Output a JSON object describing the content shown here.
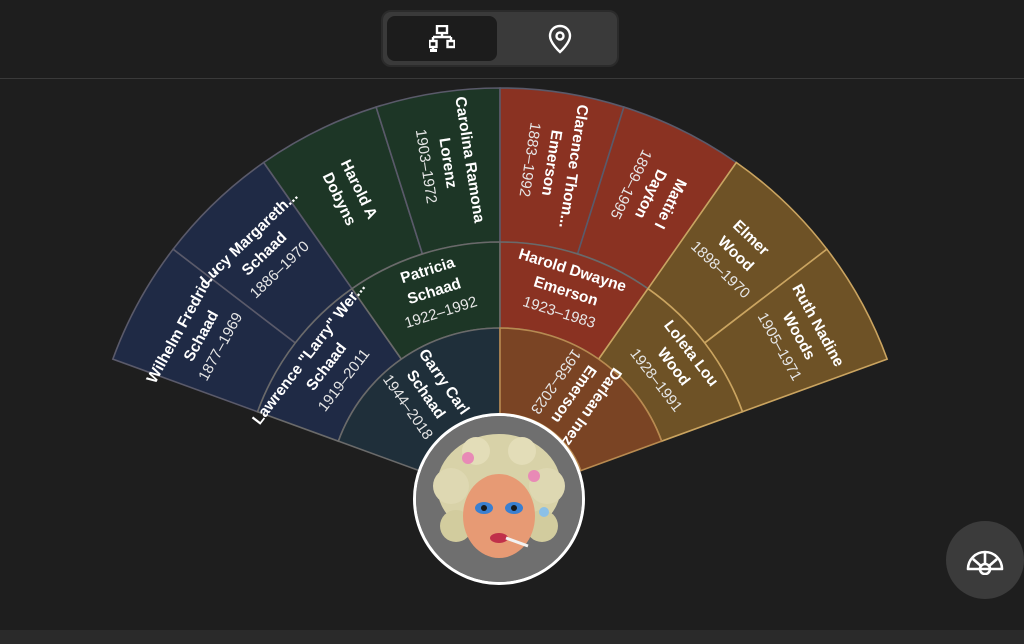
{
  "colors": {
    "background": "#1e1e1e",
    "paternal_father": "#1d3626",
    "paternal_mother": "#1f2a45",
    "maternal_father": "#8a3222",
    "maternal_mother": "#6e5226",
    "maternal_mother_line": "#caa460"
  },
  "view_toggle": {
    "tree_icon": "tree-icon",
    "map_icon": "map-pin-icon",
    "selected": "tree"
  },
  "root_person": {
    "photo": "avatar-photo"
  },
  "fan_chart": {
    "ring1": [
      {
        "name": [
          "Garry Carl",
          "Schaad"
        ],
        "dates": "1944–2018"
      },
      {
        "name": [
          "Darlean Inez",
          "Emerson"
        ],
        "dates": "1958–2023"
      }
    ],
    "ring2": [
      {
        "name": [
          "Lawrence \"Larry\" Wer...",
          "Schaad"
        ],
        "dates": "1919–2011"
      },
      {
        "name": [
          "Patricia",
          "Schaad"
        ],
        "dates": "1922–1992"
      },
      {
        "name": [
          "Harold Dwayne",
          "Emerson"
        ],
        "dates": "1923–1983"
      },
      {
        "name": [
          "Loleta Lou",
          "Wood"
        ],
        "dates": "1928–1991"
      }
    ],
    "ring3": [
      {
        "name": [
          "Wilhelm Fredric...",
          "Schaad"
        ],
        "dates": "1877–1969"
      },
      {
        "name": [
          "Lucy Margareth...",
          "Schaad"
        ],
        "dates": "1886–1970"
      },
      {
        "name": [
          "Harold A",
          "Dobyns"
        ],
        "dates": ""
      },
      {
        "name": [
          "Carolina Ramona",
          "Lorenz"
        ],
        "dates": "1903–1972"
      },
      {
        "name": [
          "Clarence Thom...",
          "Emerson"
        ],
        "dates": "1883–1992"
      },
      {
        "name": [
          "Mattie I",
          "Dayton"
        ],
        "dates": "1899–1995"
      },
      {
        "name": [
          "Elmer",
          "Wood"
        ],
        "dates": "1898–1970"
      },
      {
        "name": [
          "Ruth Nadine",
          "Woods"
        ],
        "dates": "1905–1971"
      }
    ]
  },
  "fab": {
    "icon": "fan-chart-icon"
  }
}
